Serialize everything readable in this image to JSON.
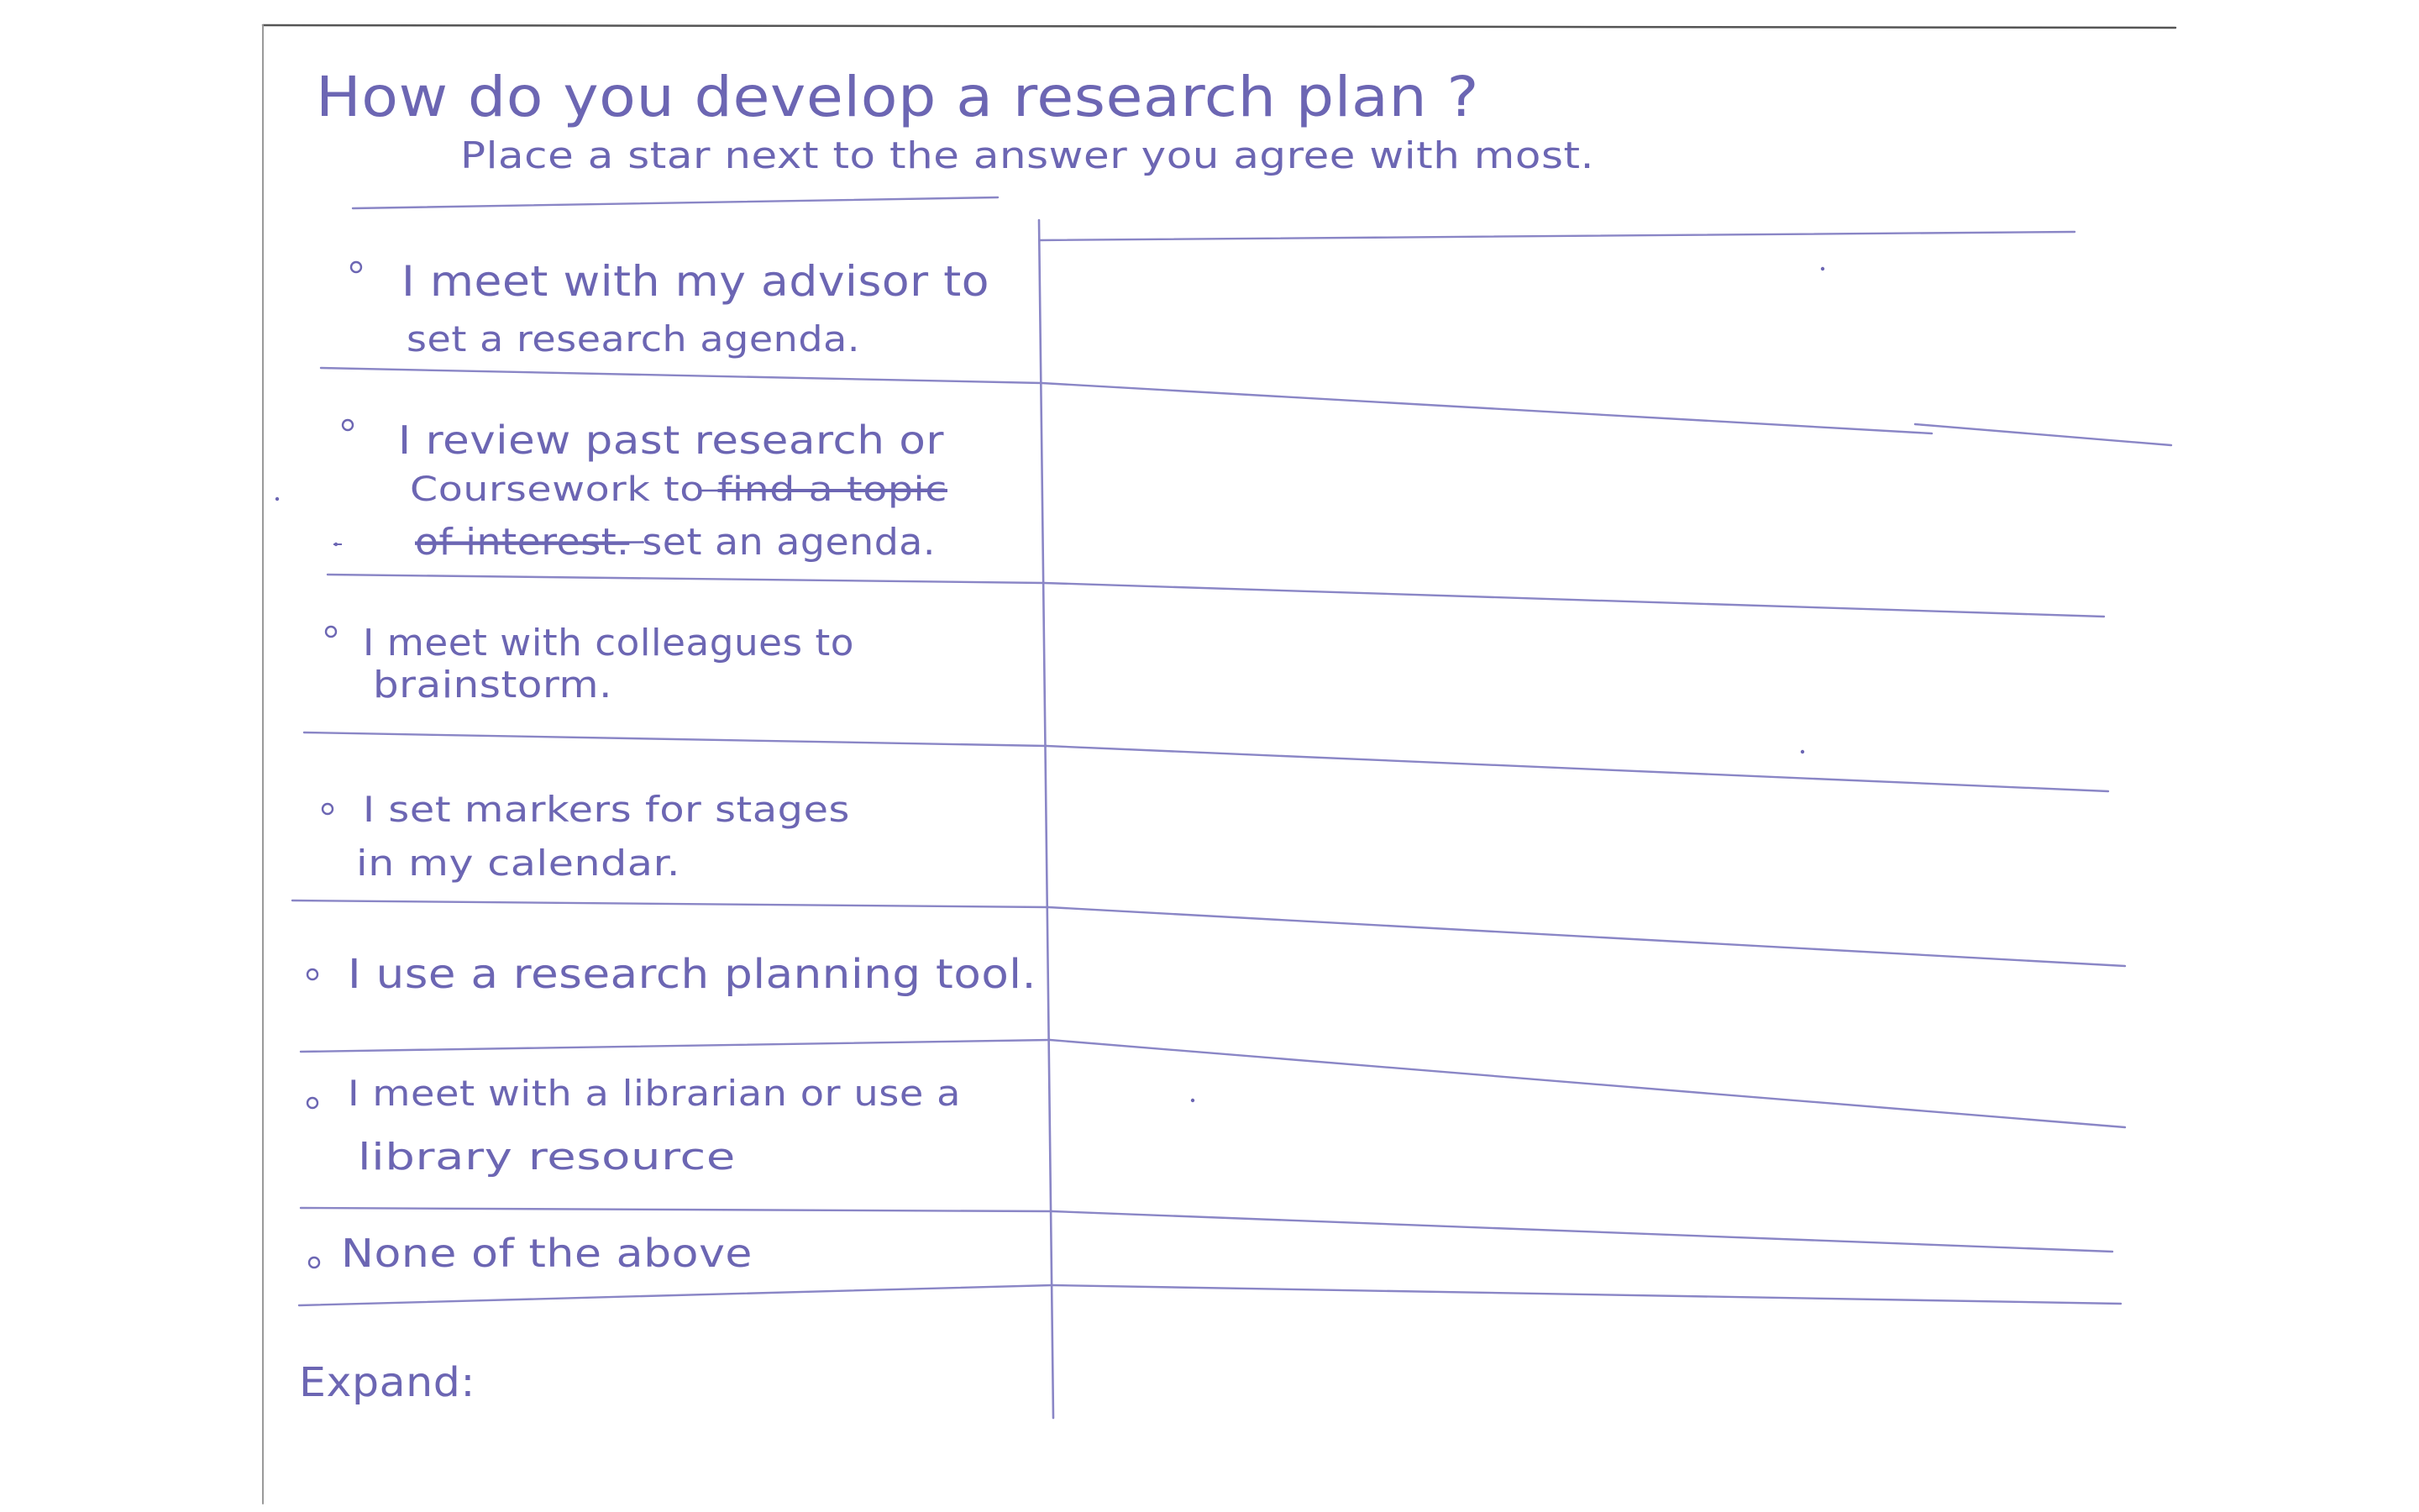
{
  "worksheet": {
    "title": "How do you develop  a research plan ?",
    "instruction": "Place a star next to the answer you agree with most.",
    "options": [
      {
        "lines": [
          {
            "segments": [
              {
                "text": "I meet with my advisor to",
                "struck": false
              }
            ]
          },
          {
            "segments": [
              {
                "text": "set a research agenda.",
                "struck": false
              }
            ]
          }
        ]
      },
      {
        "lines": [
          {
            "segments": [
              {
                "text": "I review past research or",
                "struck": false
              }
            ]
          },
          {
            "segments": [
              {
                "text": "Coursework to ",
                "struck": false
              },
              {
                "text": "find a topic",
                "struck": true
              }
            ]
          },
          {
            "segments": [
              {
                "text": "of interest.",
                "struck": true
              },
              {
                "text": " set an agenda.",
                "struck": false
              }
            ]
          }
        ]
      },
      {
        "lines": [
          {
            "segments": [
              {
                "text": "I meet with colleagues to",
                "struck": false
              }
            ]
          },
          {
            "segments": [
              {
                "text": "brainstorm.",
                "struck": false
              }
            ]
          }
        ]
      },
      {
        "lines": [
          {
            "segments": [
              {
                "text": "I set markers for stages",
                "struck": false
              }
            ]
          },
          {
            "segments": [
              {
                "text": "in my calendar.",
                "struck": false
              }
            ]
          }
        ]
      },
      {
        "lines": [
          {
            "segments": [
              {
                "text": "I use a research planning tool.",
                "struck": false
              }
            ]
          }
        ]
      },
      {
        "lines": [
          {
            "segments": [
              {
                "text": "I meet with a librarian or use a",
                "struck": false
              }
            ]
          },
          {
            "segments": [
              {
                "text": "library resource",
                "struck": false
              }
            ]
          }
        ]
      },
      {
        "lines": [
          {
            "segments": [
              {
                "text": "None of the above",
                "struck": false
              }
            ]
          }
        ]
      }
    ],
    "expand_label": "Expand:",
    "colors": {
      "ink": "#6c66b3",
      "rule": "#8a86c6",
      "paper": "#ffffff",
      "edge": "#555555"
    }
  }
}
